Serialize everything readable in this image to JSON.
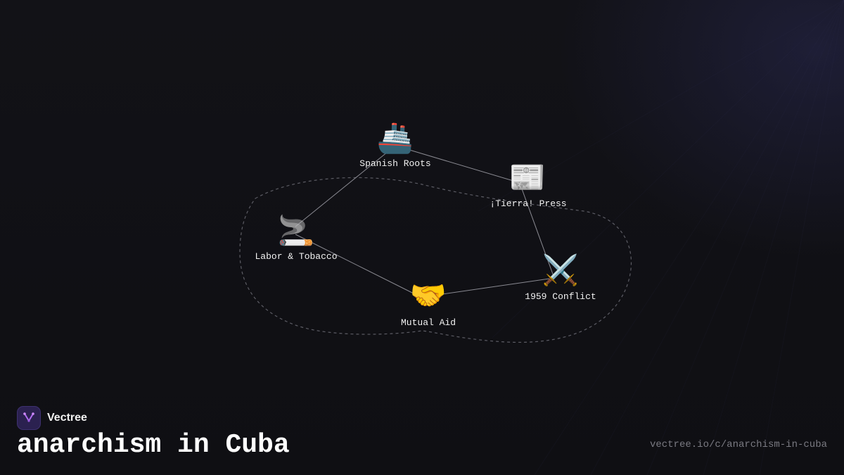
{
  "brand": {
    "name": "Vectree"
  },
  "title": "anarchism in Cuba",
  "url": "vectree.io/c/anarchism-in-cuba",
  "graph": {
    "nodes": [
      {
        "id": "spanish-roots",
        "emoji": "🚢",
        "label": "Spanish Roots"
      },
      {
        "id": "tierra-press",
        "emoji": "📰",
        "label": "¡Tierra! Press"
      },
      {
        "id": "labor-tobacco",
        "emoji": "🚬",
        "label": "Labor & Tobacco"
      },
      {
        "id": "conflict-1959",
        "emoji": "⚔️",
        "label": "1959 Conflict"
      },
      {
        "id": "mutual-aid",
        "emoji": "🤝",
        "label": "Mutual Aid"
      }
    ],
    "edges": [
      [
        "spanish-roots",
        "tierra-press"
      ],
      [
        "spanish-roots",
        "labor-tobacco"
      ],
      [
        "tierra-press",
        "conflict-1959"
      ],
      [
        "labor-tobacco",
        "mutual-aid"
      ],
      [
        "mutual-aid",
        "conflict-1959"
      ]
    ]
  }
}
